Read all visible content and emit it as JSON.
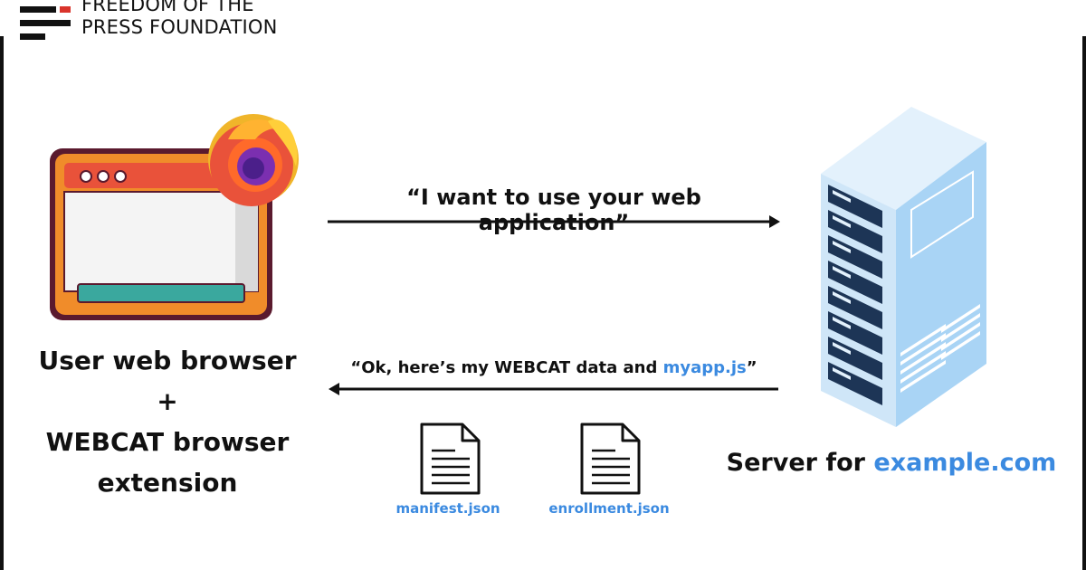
{
  "logo": {
    "line1": "FREEDOM OF THE",
    "line2": "PRESS FOUNDATION"
  },
  "browser_caption": {
    "line1": "User web browser",
    "line2": "+",
    "line3": "WEBCAT browser",
    "line4": "extension"
  },
  "messages": {
    "request": "“I want to use your web application”",
    "response_prefix": "“Ok, here’s my WEBCAT data and ",
    "response_highlight": "myapp.js",
    "response_suffix": "”"
  },
  "files": [
    {
      "name": "manifest.json"
    },
    {
      "name": "enrollment.json"
    }
  ],
  "server_caption": {
    "prefix": "Server for ",
    "domain": "example.com"
  },
  "colors": {
    "accent_blue": "#3b8ae0",
    "browser_orange": "#f08c2a",
    "browser_red": "#e9523a",
    "browser_outline": "#5a1a2e",
    "browser_teal": "#3aa89e",
    "server_blue": "#a9d4f5",
    "server_dark": "#1d3556"
  },
  "icons": {
    "browser": "browser-window-icon",
    "firefox": "firefox-logo-icon",
    "document": "document-icon",
    "server": "server-rack-icon",
    "arrow_right": "arrow-right-icon",
    "arrow_left": "arrow-left-icon"
  }
}
